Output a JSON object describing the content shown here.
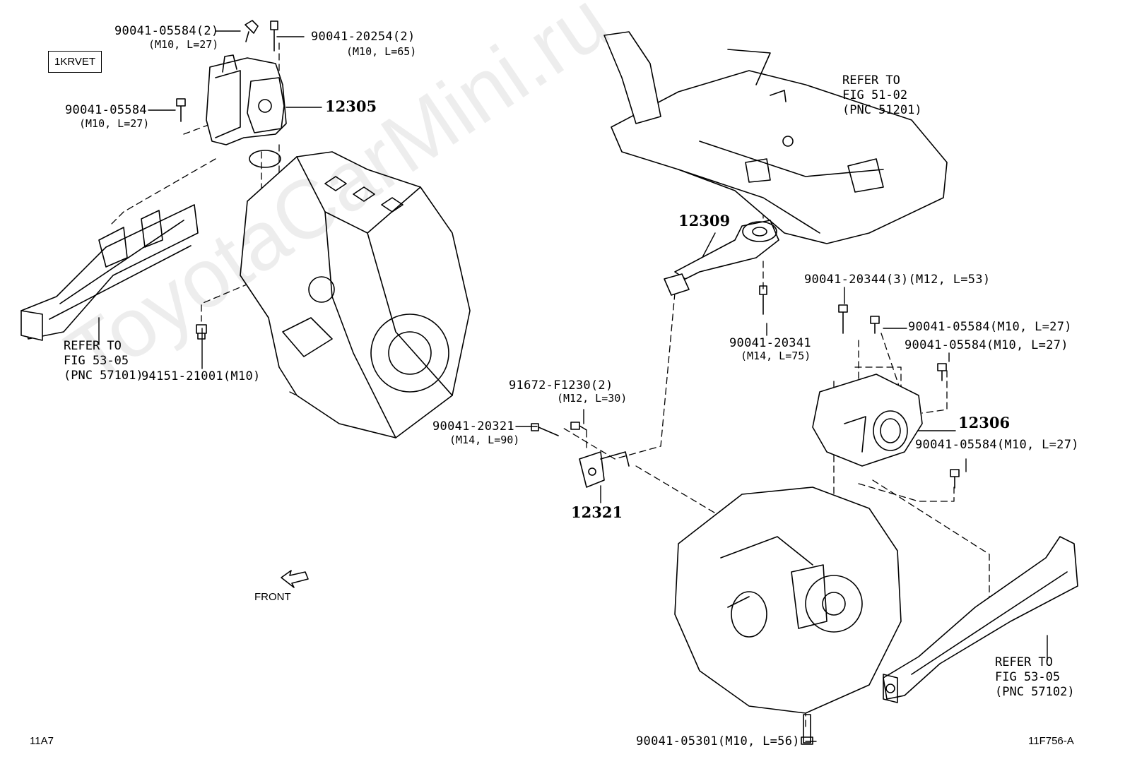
{
  "engine_code": "1KRVET",
  "watermark": "ToyotaCarMini.ru",
  "sheet_id": "11A7",
  "figure_id": "11F756-A",
  "front_label": "FRONT",
  "callouts": [
    {
      "id": "90041-05584(2)",
      "spec": "(M10, L=27)"
    },
    {
      "id": "90041-20254(2)",
      "spec": "(M10, L=65)"
    },
    {
      "id": "90041-05584",
      "spec": "(M10, L=27)"
    },
    {
      "id": "12305"
    },
    {
      "id": "94151-21001(M10)"
    },
    {
      "id": "12309"
    },
    {
      "id": "90041-20344(3)(M12, L=53)"
    },
    {
      "id": "90041-05584(M10, L=27)"
    },
    {
      "id": "90041-05584(M10, L=27)"
    },
    {
      "id": "90041-20341",
      "spec": "(M14, L=75)"
    },
    {
      "id": "91672-F1230(2)",
      "spec": "(M12, L=30)"
    },
    {
      "id": "90041-20321",
      "spec": "(M14, L=90)"
    },
    {
      "id": "12321"
    },
    {
      "id": "12306"
    },
    {
      "id": "90041-05584(M10, L=27)"
    },
    {
      "id": "90041-05301(M10, L=56)"
    }
  ],
  "references": [
    {
      "text": "REFER TO\nFIG 53-05\n(PNC 57101)"
    },
    {
      "text": "REFER TO\nFIG 51-02\n(PNC 51201)"
    },
    {
      "text": "REFER TO\nFIG 53-05\n(PNC 57102)"
    }
  ]
}
